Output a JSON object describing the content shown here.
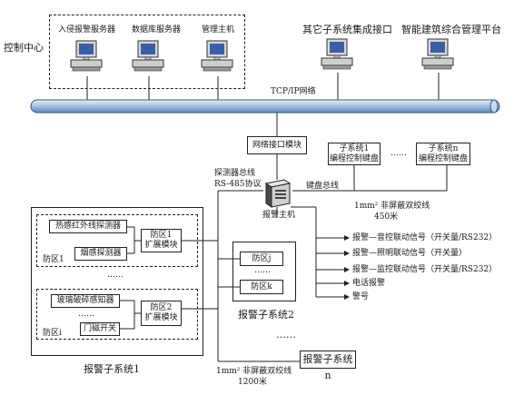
{
  "control_center": {
    "label": "控制中心",
    "pcs": [
      "入侵报警服务器",
      "数据库服务器",
      "管理主机"
    ]
  },
  "top_systems": [
    "其它子系统集成接口",
    "智能建筑综合管理平台"
  ],
  "network": {
    "label": "TCP/IP网络"
  },
  "network_interface": "网络接口模块",
  "keyboards": {
    "kb1_line1": "子系统1",
    "kb1_line2": "编程控制键盘",
    "dots": "……",
    "kbn_line1": "子系统n",
    "kbn_line2": "编程控制键盘"
  },
  "bus": {
    "detector_bus_line1": "探测器总线",
    "detector_bus_line2": "RS-485协议",
    "keyboard_bus": "键盘总线",
    "cable_450_line1": "1mm² 非屏蔽双绞线",
    "cable_450_line2": "450米",
    "cable_1200_line1": "1mm² 非屏蔽双绞线",
    "cable_1200_line2": "1200米"
  },
  "alarm_host": "报警主机",
  "outputs": [
    "报警—音控联动信号（开关量/RS232）",
    "报警—照明联动信号（开关量）",
    "报警—监控联动信号（开关量/RS232）",
    "电话报警",
    "警号"
  ],
  "subsystem1": {
    "label": "报警子系统1",
    "zone1": {
      "label": "防区1",
      "detectors": [
        "热感红外线探测器",
        "烟感探测器"
      ],
      "module_line1": "防区1",
      "module_line2": "扩展模块"
    },
    "dots": "……",
    "zonei": {
      "label": "防区i",
      "detectors": [
        "玻璃破碎感知器",
        "……",
        "门磁开关"
      ],
      "module_line1": "防区2",
      "module_line2": "扩展模块"
    }
  },
  "subsystem2": {
    "label": "报警子系统2",
    "zones": [
      "防区j",
      "……",
      "防区k"
    ]
  },
  "dots_between": "……",
  "subsystemn": "报警子系统n"
}
